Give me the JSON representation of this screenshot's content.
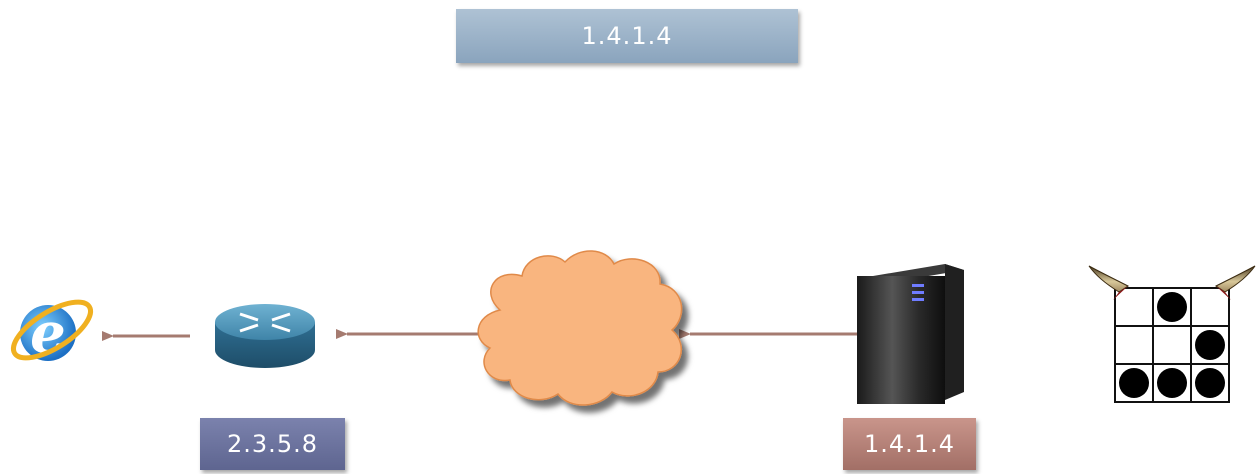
{
  "labels": {
    "top": "1.4.1.4",
    "router": "2.3.5.8",
    "server": "1.4.1.4"
  },
  "colors": {
    "arrow": "#a57b70",
    "cloud_fill": "#f9b57f",
    "top_box": "#9bb2c8",
    "router_box": "#6a709c",
    "server_box": "#b47f76"
  },
  "icons": {
    "browser": "internet-explorer-icon",
    "router": "router-icon",
    "cloud": "internet-cloud-icon",
    "server": "server-tower-icon",
    "attacker": "horned-glider-icon"
  }
}
